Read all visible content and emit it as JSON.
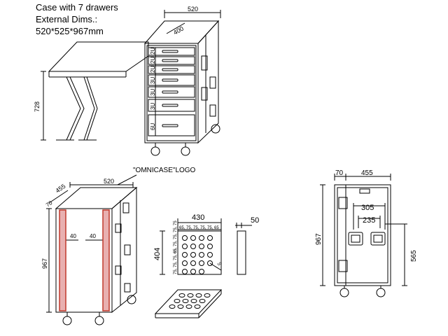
{
  "title": {
    "line1": "Case with 7 drawers",
    "line2": "External Dims.:",
    "line3": "520*525*967mm"
  },
  "top_view": {
    "width_dim": "520",
    "depth_dim": "400",
    "table_height": "728",
    "drawers": [
      "2U",
      "2U",
      "2U",
      "3U",
      "3U",
      "3U",
      "6U"
    ]
  },
  "front_view": {
    "logo_note": "\"OMNICASE\"LOGO",
    "width_dim": "520",
    "depth_dim": "455",
    "lid_dim": "70",
    "height_dim": "967",
    "left_rail": "40",
    "right_rail": "40"
  },
  "panel_view": {
    "width_dim": "430",
    "height_dim": "404",
    "spacing_top": "65, 75, 75, 75, 75, 65",
    "spacing_side": "65, 75, 75, 75, 75",
    "spacing_side2": "75, 75, 75, 65",
    "thickness_dim": "50",
    "hole_dim": "50"
  },
  "side_view": {
    "lid_dim": "70",
    "depth_dim": "455",
    "handle_outer": "305",
    "handle_inner": "235",
    "height_dim": "967",
    "handle_height": "565"
  },
  "colors": {
    "line": "#000000",
    "rail": "#e8b0b0",
    "rail_stroke": "#c0392b"
  }
}
